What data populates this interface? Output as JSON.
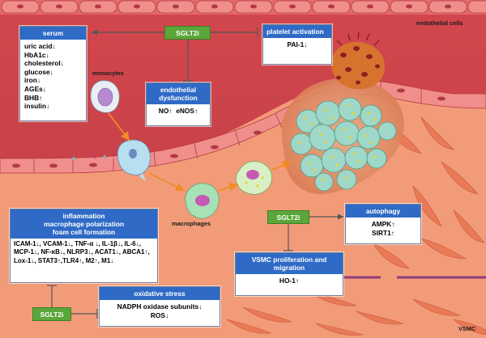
{
  "labels": {
    "endothelial_cells": "endothelial cells",
    "monocytes": "monocytes",
    "macrophages": "macrophages",
    "vsmc": "VSMC"
  },
  "badges": {
    "sglt2i_top": "SGLT2i",
    "sglt2i_mid": "SGLT2i",
    "sglt2i_bottom": "SGLT2i"
  },
  "serum": {
    "title": "serum",
    "items": [
      "uric acid↓",
      "HbA1c↓",
      "cholesterol↓",
      "glucose↓",
      "iron↓",
      "AGEs↓",
      "BHB↑",
      "insulin↓"
    ]
  },
  "platelet": {
    "title": "platelet activation",
    "body": "PAI-1↓"
  },
  "endothelial": {
    "title": "endothelial dysfunction",
    "body": "NO↑  eNOS↑"
  },
  "autophagy": {
    "title": "autophagy",
    "items": [
      "AMPK↑",
      "SIRT1↑"
    ]
  },
  "vsmc_box": {
    "title": "VSMC proliferation and migration",
    "body": "HO-1↑"
  },
  "inflammation": {
    "title_lines": [
      "inflammation",
      "macrophage polarization",
      "foam cell formation"
    ],
    "body": "ICAM-1↓, VCAM-1↓, TNF-α ↓, IL-1β↓, IL-6↓, MCP-1↓, NF-κB↓, NLRP3↓, ACAT1↓, ABCA1↑, Lox-1↓, STAT3↑,TLR4↑, M2↑, M1↓"
  },
  "oxidative": {
    "title": "oxidative stress",
    "items": [
      "NADPH oxidase subunits↓",
      "ROS↓"
    ]
  },
  "colors": {
    "header_blue": "#2f6bc6",
    "badge_green": "#5aa63a",
    "endothelium_red": "#cf4a4e",
    "lumen_red": "#d14a4f",
    "intima_salmon": "#f3a17c",
    "vsmc_orange": "#e97a57",
    "elastic_purple": "#8e3d7a",
    "arrow_orange": "#f08c24",
    "inhibit_gray": "#555555"
  }
}
